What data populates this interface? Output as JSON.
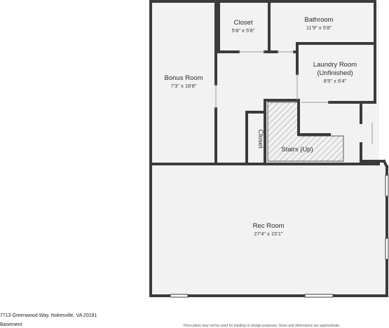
{
  "rooms": {
    "bonus": {
      "name": "Bonus Room",
      "dims": "7'3\" x 18'8\""
    },
    "closet_top": {
      "name": "Closet",
      "dims": "5'8\" x 5'8\""
    },
    "bathroom": {
      "name": "Bathroom",
      "dims": "11'9\" x 5'8\""
    },
    "laundry": {
      "name_line1": "Laundry Room",
      "name_line2": "(Unfinished)",
      "dims": "8'5\" x 6'4\""
    },
    "closet_side": {
      "name": "Closet"
    },
    "stairs": {
      "name": "Stairs (Up)"
    },
    "rec": {
      "name": "Rec Room",
      "dims": "27'4\" x 15'1\""
    }
  },
  "footer": {
    "address": "7713 Greenwood Way, Nokesville, VA 20181",
    "level": "Basement",
    "disclaimer": "Floor plans may not be used for building or design purposes. Sizes and dimensions are approximate."
  },
  "colors": {
    "wall": "#3b3b3b",
    "floor": "#f2f2f2",
    "hatch": "#6a6a6a"
  }
}
